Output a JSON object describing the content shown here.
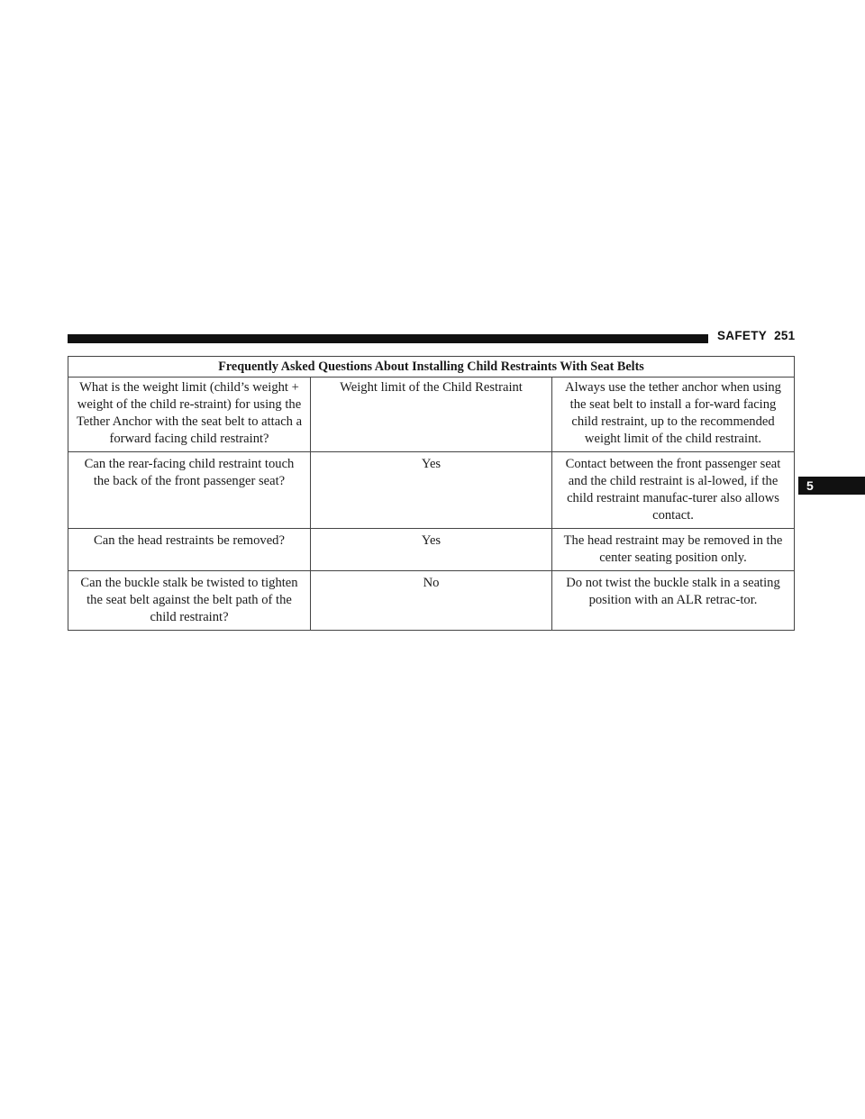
{
  "header": {
    "section": "SAFETY",
    "page_number": "251"
  },
  "chapter_tab": "5",
  "table": {
    "title": "Frequently Asked Questions About Installing Child Restraints With Seat Belts",
    "rows": [
      {
        "question": "What is the weight limit (child’s weight + weight of the child re-straint) for using the Tether Anchor with the seat belt to attach a forward facing child restraint?",
        "answer": "Weight limit of the Child Restraint",
        "details": "Always use the tether anchor when using the seat belt to install a for-ward facing child restraint, up to the recommended weight limit of the child restraint."
      },
      {
        "question": "Can the rear-facing child restraint touch the back of the front passenger seat?",
        "answer": "Yes",
        "details": "Contact between the front passenger seat and the child restraint is al-lowed, if the child restraint manufac-turer also allows contact."
      },
      {
        "question": "Can the head restraints be removed?",
        "answer": "Yes",
        "details": "The head restraint may be removed in the center seating position only."
      },
      {
        "question": "Can the buckle stalk be twisted to tighten the seat belt against the belt path of the child restraint?",
        "answer": "No",
        "details": "Do not twist the buckle stalk in a seating position with an ALR retrac-tor."
      }
    ]
  }
}
